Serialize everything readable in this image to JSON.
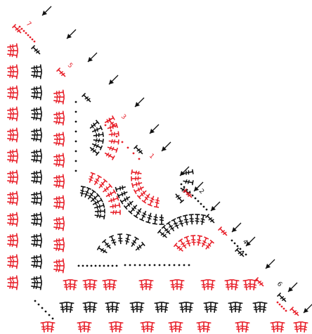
{
  "colors": {
    "black": "#111111",
    "red": "#e8202a",
    "background": "#ffffff"
  },
  "row_labels": [
    "1",
    "2",
    "3",
    "4",
    "5",
    "6",
    "7"
  ],
  "icons": {
    "arrow": "arrow-icon",
    "double_crochet": "double-crochet-symbol",
    "chain": "chain-dot",
    "slip_stitch": "slip-stitch-mark"
  }
}
